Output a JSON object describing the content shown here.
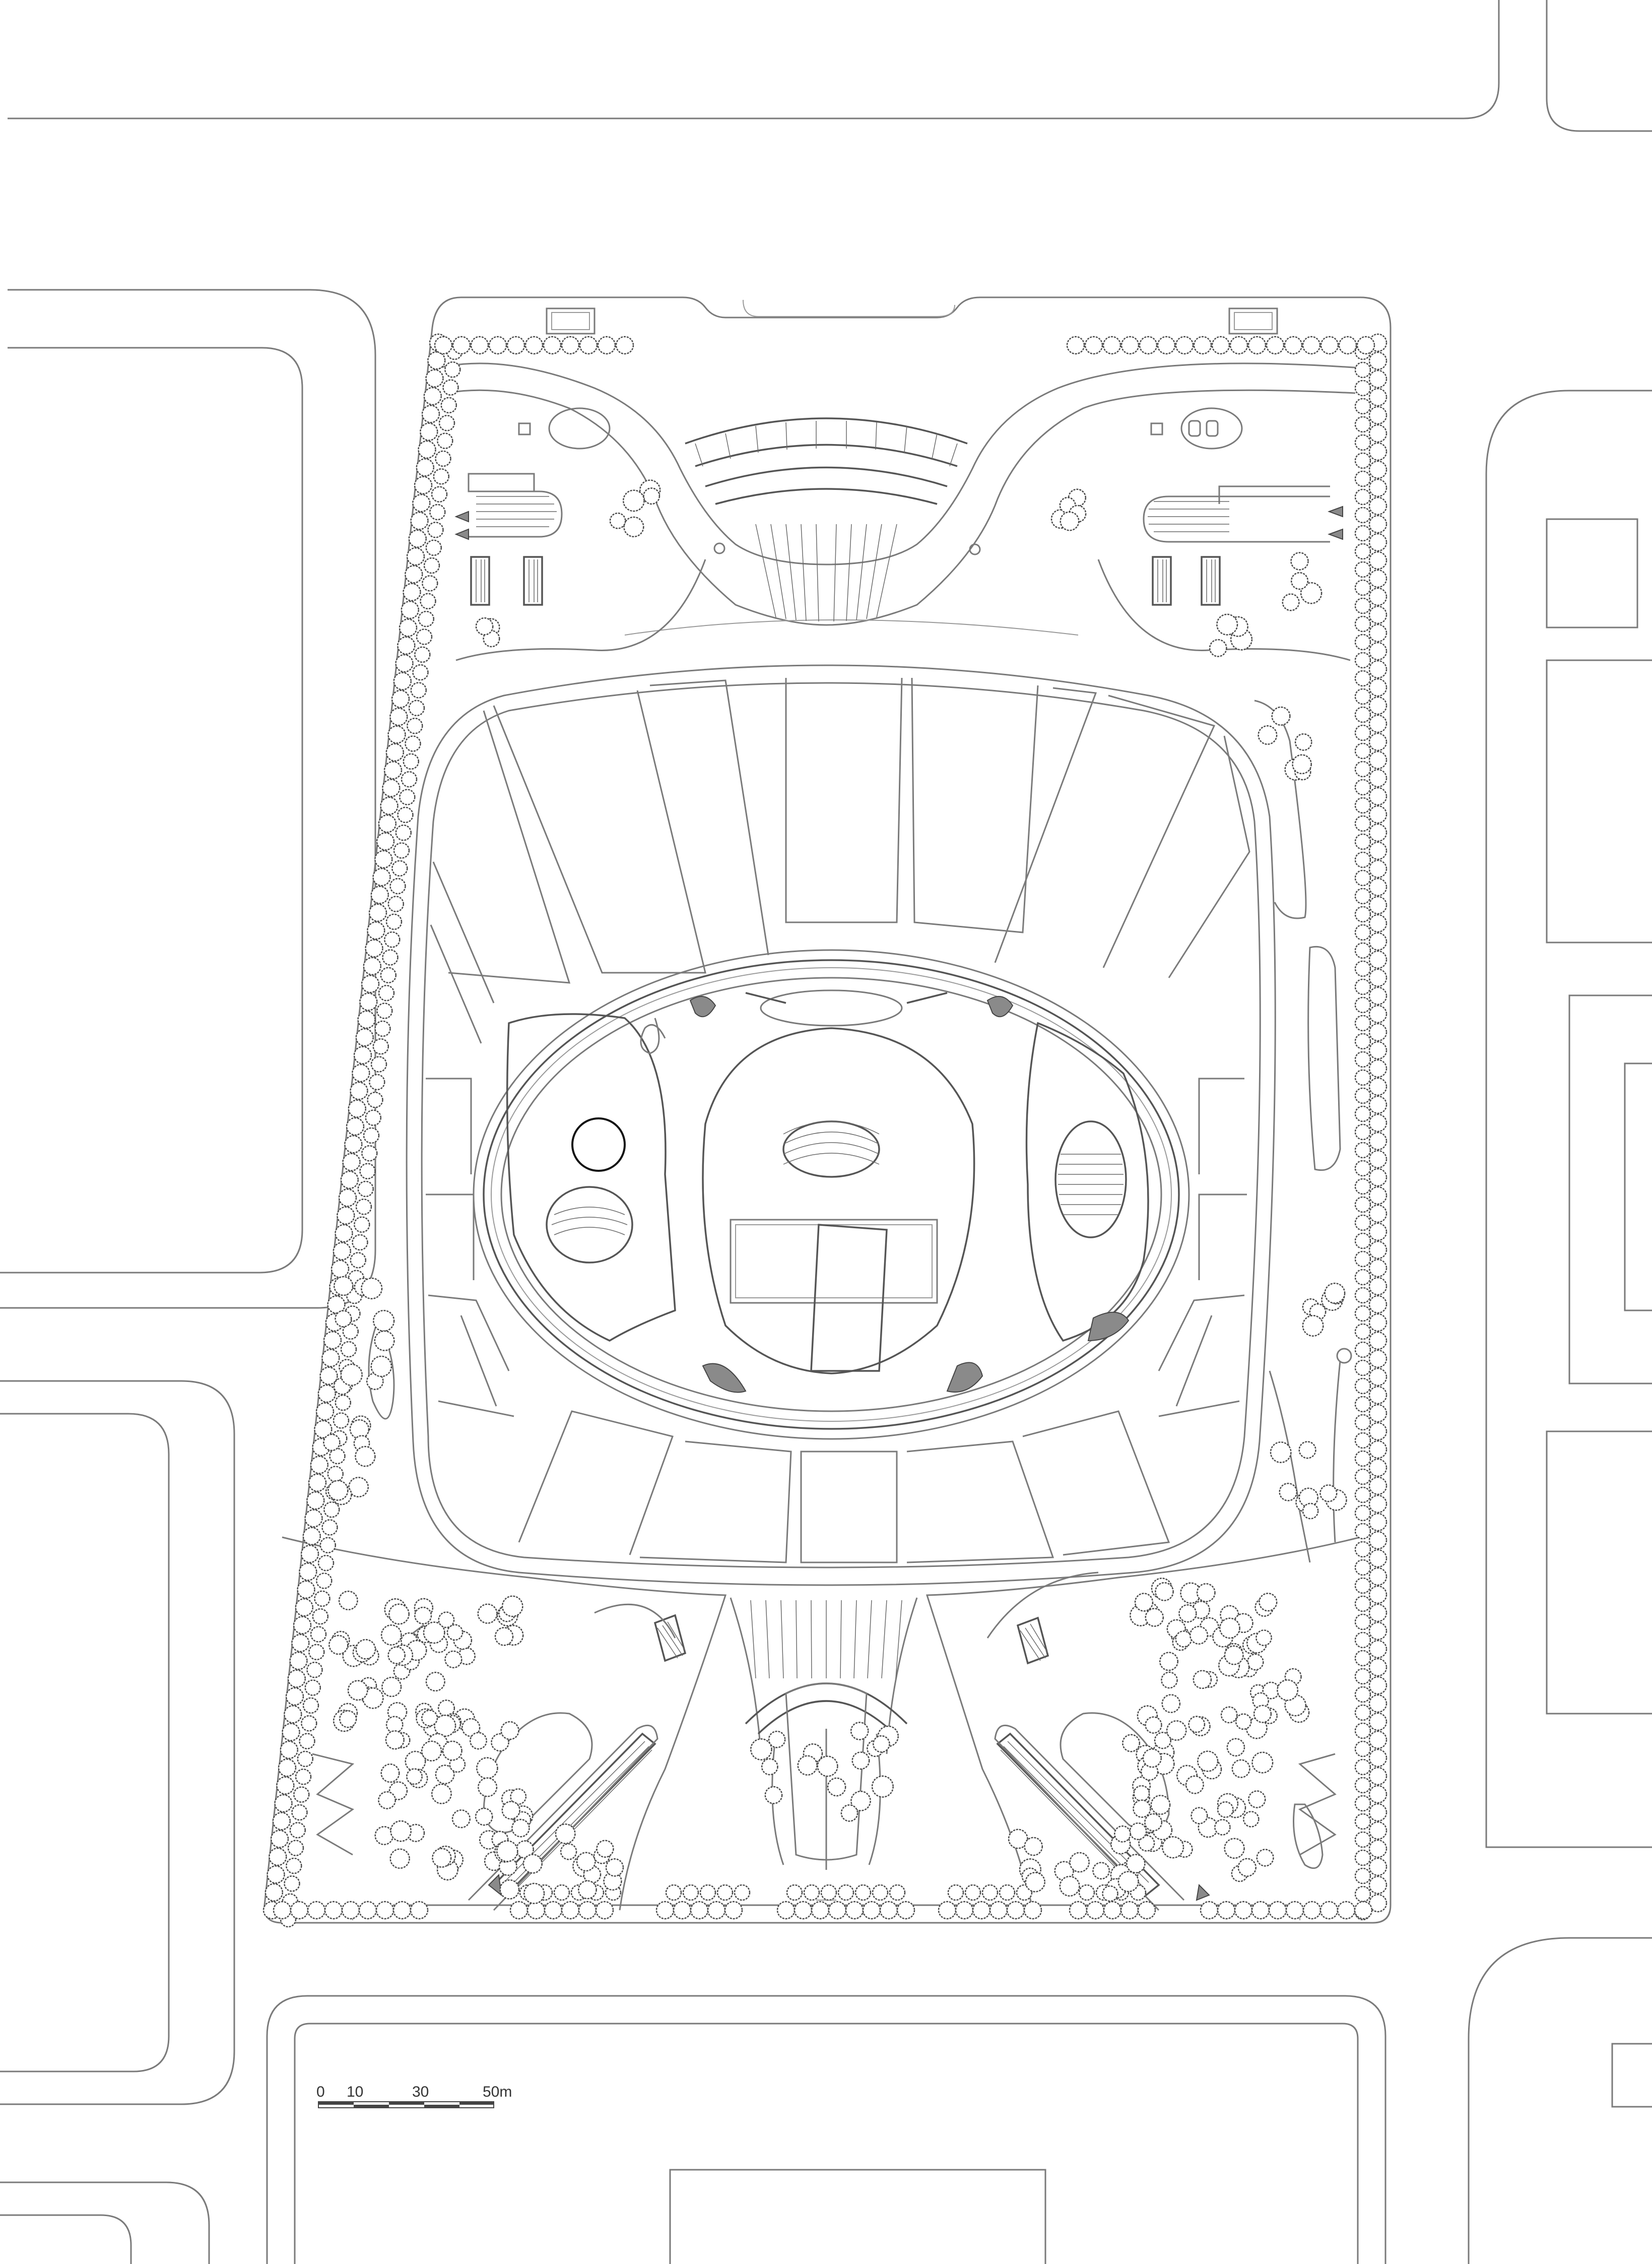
{
  "scale_bar": {
    "labels": [
      "0",
      "10",
      "30",
      "50m"
    ]
  },
  "colors": {
    "background": "#ffffff",
    "line": "#7a7a7a",
    "tree_outline": "#4a4a4a"
  },
  "marker": {
    "icon": "circle-marker-icon"
  }
}
